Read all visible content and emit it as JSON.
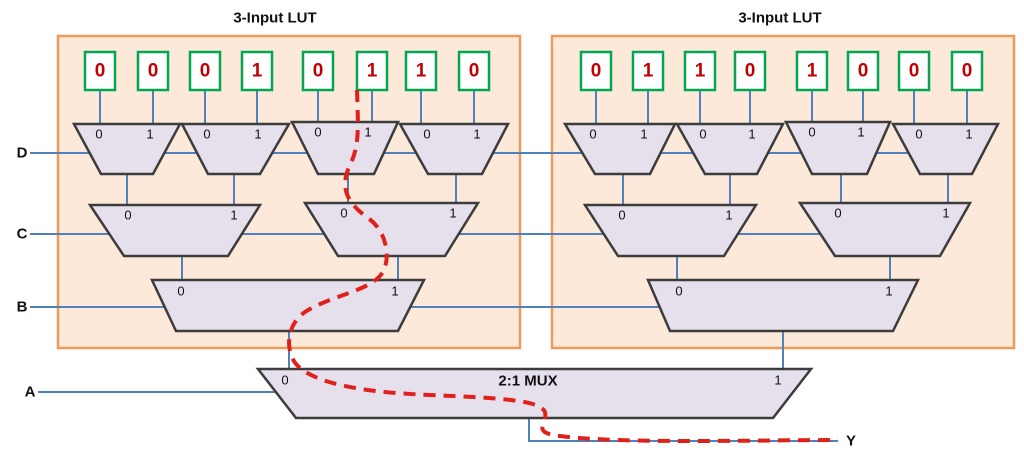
{
  "luts": [
    {
      "title": "3-Input LUT",
      "bits": [
        "0",
        "0",
        "0",
        "1",
        "0",
        "1",
        "1",
        "0"
      ]
    },
    {
      "title": "3-Input LUT",
      "bits": [
        "0",
        "1",
        "1",
        "0",
        "1",
        "0",
        "0",
        "0"
      ]
    }
  ],
  "mux_labels": {
    "in0": "0",
    "in1": "1"
  },
  "final_mux": {
    "title": "2:1 MUX",
    "in0": "0",
    "in1": "1"
  },
  "signals": {
    "d": "D",
    "c": "C",
    "b": "B",
    "a": "A",
    "y": "Y"
  },
  "colors": {
    "lut_fill": "#fde9d9",
    "lut_border": "#ee9b5a",
    "mux_fill": "#e6e0ec",
    "wire": "#4f81bd",
    "bit_border": "#00a651",
    "bit_text": "#c00000",
    "highlight_path": "#e0201b"
  }
}
